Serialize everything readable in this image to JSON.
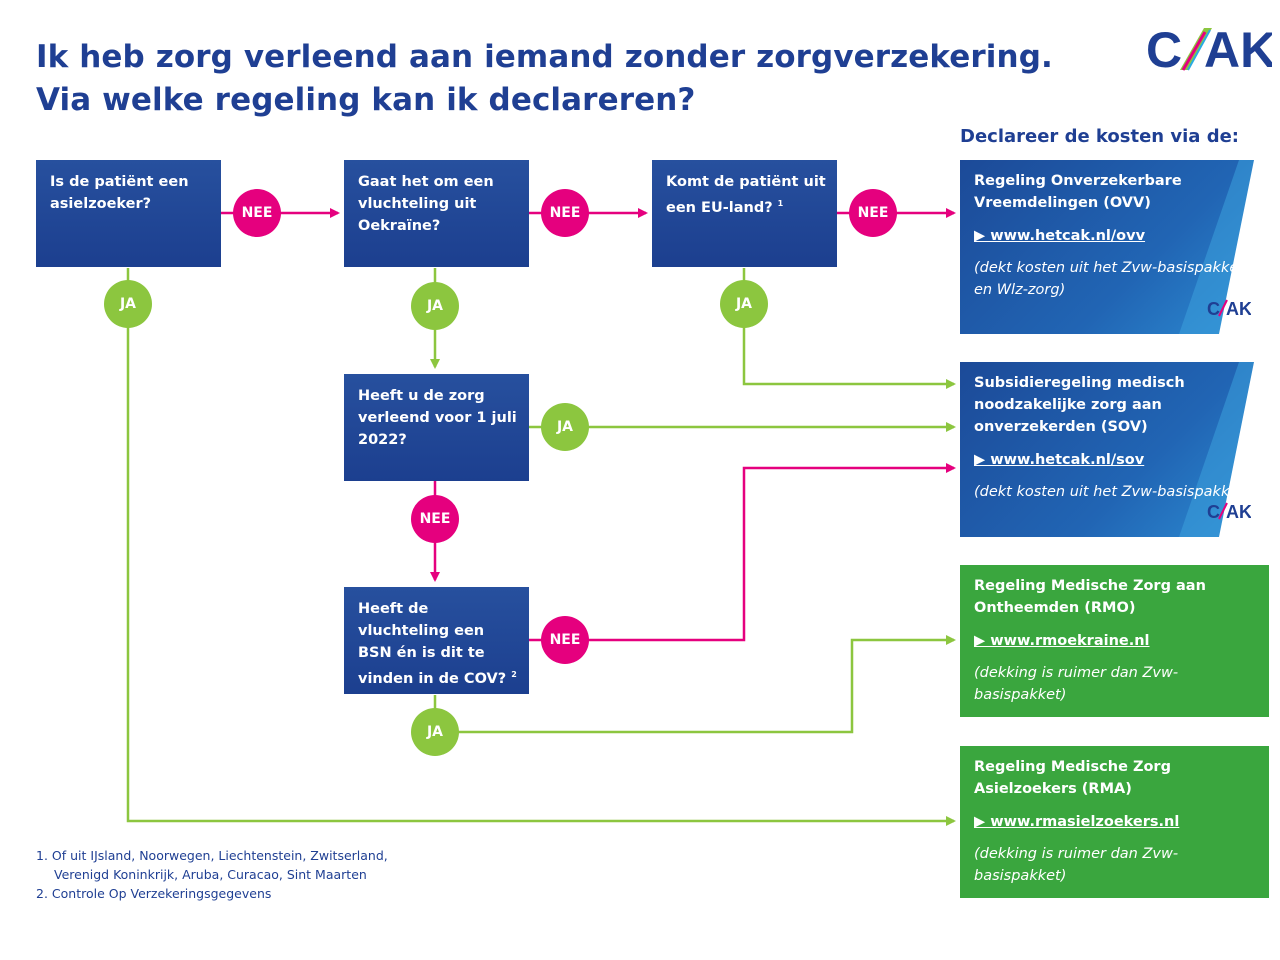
{
  "title": {
    "line1": "Ik heb zorg verleend aan iemand zonder zorgverzekering.",
    "line2": "Via welke regeling kan ik declareren?"
  },
  "logo": {
    "text": "C/AK",
    "brand_blue": "#1f3f93",
    "accent_pink": "#e5007e",
    "accent_green": "#8cc63f",
    "accent_cyan": "#29abe2"
  },
  "destinations_heading": "Declareer de kosten via de:",
  "questions": {
    "q1": "Is de patiënt een asielzoeker?",
    "q2": "Gaat het om een vluchteling uit Oekraïne?",
    "q3": "Komt de patiënt uit een EU-land?",
    "q3_sup": "1",
    "q4": "Heeft u de zorg verleend voor 1 juli 2022?",
    "q5": "Heeft de vluchteling een BSN én is dit te vinden in de COV?",
    "q5_sup": "2"
  },
  "labels": {
    "nee": "NEE",
    "ja": "JA"
  },
  "destinations": {
    "ovv": {
      "name": "Regeling Onverzekerbare Vreemdelingen (OVV)",
      "link": "▶ www.hetcak.nl/ovv",
      "note": "(dekt kosten uit het Zvw-basispakket en Wlz-zorg)"
    },
    "sov": {
      "name": "Subsidieregeling medisch noodzakelijke zorg aan onverzekerden (SOV)",
      "link": "▶ www.hetcak.nl/sov",
      "note": "(dekt kosten uit het Zvw-basispakket)"
    },
    "rmo": {
      "name": "Regeling Medische Zorg aan Ontheemden (RMO)",
      "link": "▶ www.rmoekraine.nl",
      "note": "(dekking is ruimer dan Zvw-basispakket)"
    },
    "rma": {
      "name": "Regeling Medische Zorg Asielzoekers (RMA)",
      "link": "▶ www.rmasielzoekers.nl",
      "note": "(dekking is ruimer dan Zvw-basispakket)"
    }
  },
  "footnotes": {
    "n1a": "1.  Of uit IJsland, Noorwegen, Liechtenstein, Zwitserland,",
    "n1b": "Verenigd Koninkrijk, Aruba, Curacao, Sint Maarten",
    "n2": "2.  Controle Op Verzekeringsgegevens"
  },
  "colors": {
    "question_box": "#1f4594",
    "nee": "#e5007e",
    "ja": "#8cc63f",
    "dest_blue": "#1c4a98",
    "dest_green": "#3aa63e"
  }
}
